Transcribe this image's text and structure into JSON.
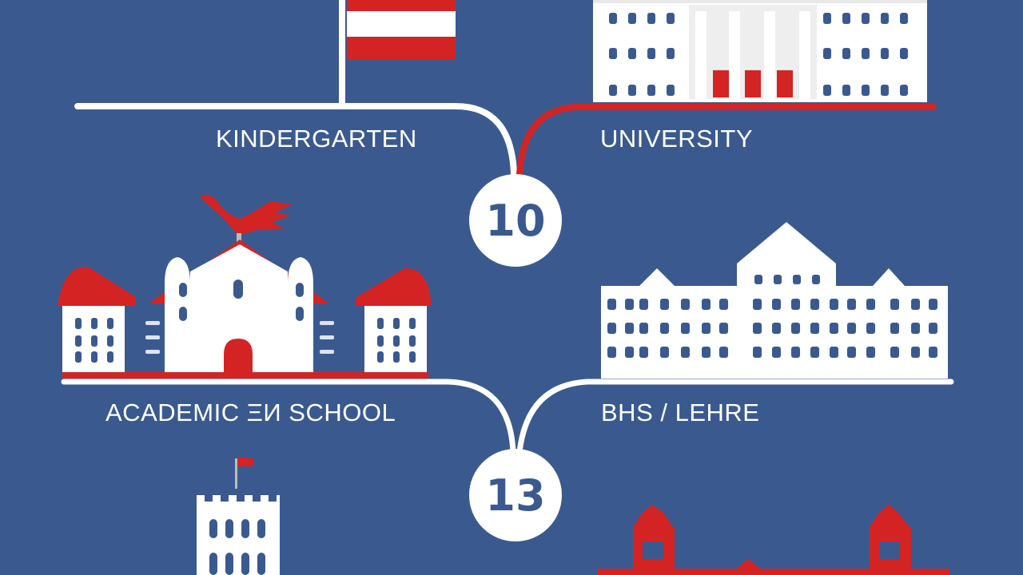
{
  "colors": {
    "background": "#3a5a8f",
    "white": "#ffffff",
    "red": "#d42323",
    "window": "#3a5a8f"
  },
  "labels": {
    "kindergarten": "KINDERGARTEN",
    "university": "UNIVERSITY",
    "academic_school": "ACADEMIC ΞИ SCHOOL",
    "bhs_lehre": "BHS / LEHRE"
  },
  "steps": {
    "first": "10",
    "second": "13"
  }
}
